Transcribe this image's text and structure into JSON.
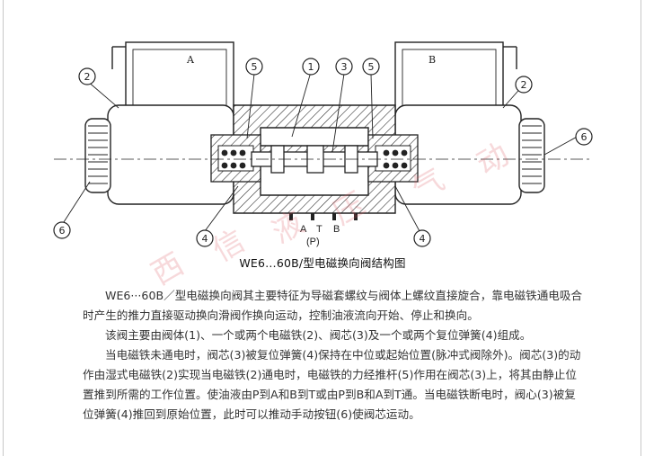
{
  "diagram": {
    "solenoid_a": "A",
    "solenoid_b": "B",
    "callouts": [
      "1",
      "2",
      "3",
      "4",
      "5",
      "6"
    ],
    "ports": [
      "A",
      "T",
      "B"
    ],
    "pressure_port": "(P)"
  },
  "caption": "WE6…60B/型电磁换向阀结构图",
  "paragraphs": [
    "WE6···60B／型电磁换向阀其主要特征为导磁套螺纹与阀体上螺纹直接旋合，靠电磁铁通电吸合时产生的推力直接驱动换向滑阀作换向运动，控制油液流向开始、停止和换向。",
    "该阀主要由阀体(1)、一个或两个电磁铁(2)、阀芯(3)及一个或两个复位弹簧(4)组成。",
    "当电磁铁未通电时，阀芯(3)被复位弹簧(4)保持在中位或起始位置(脉冲式阀除外)。阀芯(3)的动作由湿式电磁铁(2)实现当电磁铁(2)通电时，电磁铁的力经推杆(5)作用在阀芯(3)上，将其由静止位置推到所需的工作位置。使油液由P到A和B到T或由P到B和A到T通。当电磁铁断电时，阀心(3)被复位弹簧(4)推回到原始位置，此时可以推动手动按钮(6)使阀芯运动。"
  ],
  "watermark": [
    "信",
    "液",
    "压",
    "气",
    "动",
    "西"
  ],
  "colors": {
    "watermark": "#dc505a",
    "line": "#222222",
    "spring_accent": "#c4502a"
  }
}
